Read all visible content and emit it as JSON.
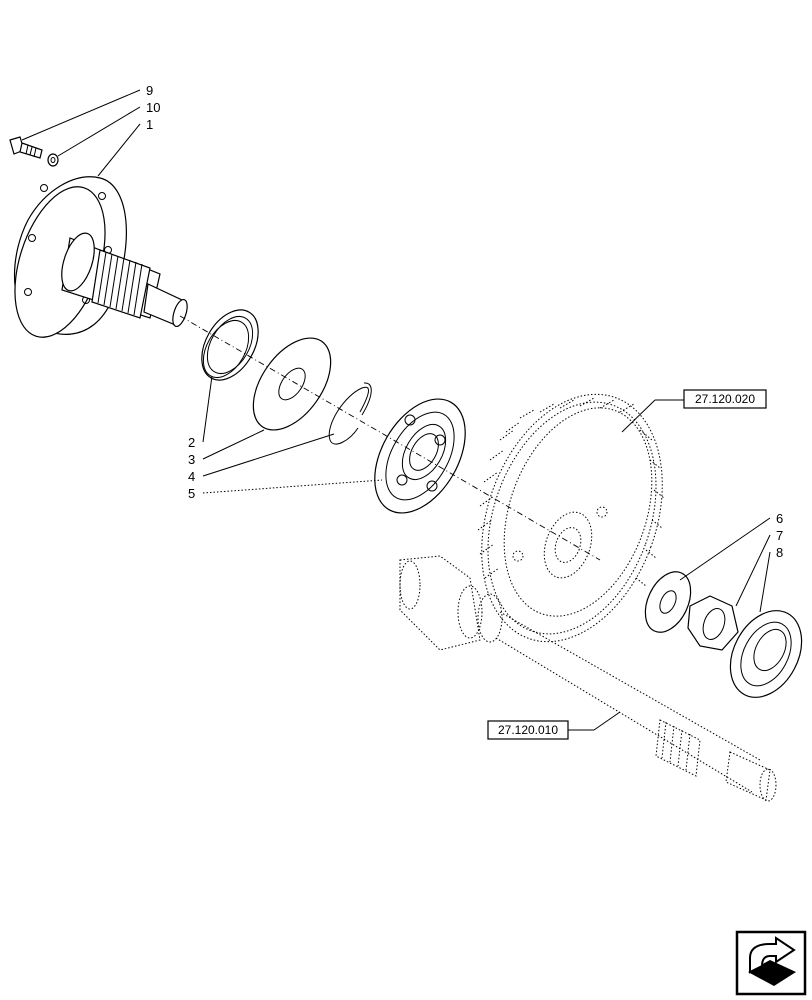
{
  "callouts": {
    "c9": "9",
    "c10": "10",
    "c1": "1",
    "c2": "2",
    "c3": "3",
    "c4": "4",
    "c5": "5",
    "c6": "6",
    "c7": "7",
    "c8": "8"
  },
  "references": {
    "gear": "27.120.020",
    "shaft": "27.120.010"
  },
  "nav_icon": "next-page-arrow-icon"
}
